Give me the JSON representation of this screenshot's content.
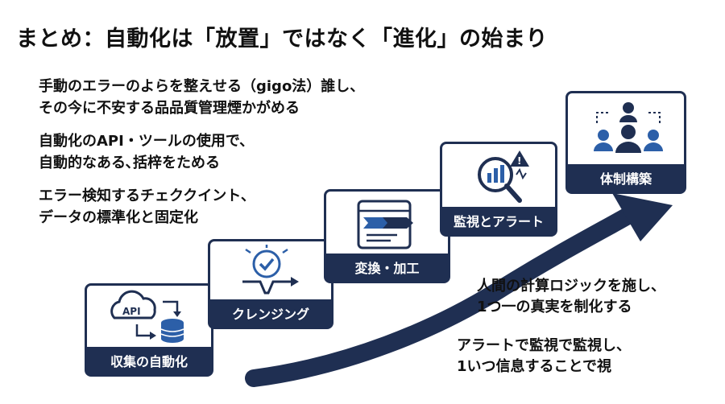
{
  "title": "まとめ：自動化は「放置」ではなく「進化」の始まり",
  "points": [
    {
      "lines": [
        "手動のエラーのよらを整えせる（gigo法）誰し、",
        "その今に不安する品品質管理煙かがめる"
      ]
    },
    {
      "lines": [
        "自動化のAPI・ツールの使用で、",
        "自動的なある､括梓をためる"
      ]
    },
    {
      "lines": [
        "エラー検知するチェククイント、",
        "データの標準化と固定化"
      ]
    }
  ],
  "stages": [
    {
      "label": "収集の自動化",
      "icon": "api-database-icon"
    },
    {
      "label": "クレンジング",
      "icon": "filter-check-icon"
    },
    {
      "label": "変換・加工",
      "icon": "data-transform-icon"
    },
    {
      "label": "監視とアラート",
      "icon": "monitoring-alert-icon"
    },
    {
      "label": "体制構築",
      "icon": "team-structure-icon"
    }
  ],
  "icon_text": {
    "api": "API"
  },
  "notes": [
    {
      "lines": [
        "人間の計算ロジックを施し、",
        "1つ一の真実を制化する"
      ]
    },
    {
      "lines": [
        "アラートで監視で監視し、",
        "1いつ信息することで視"
      ]
    }
  ],
  "colors": {
    "navy": "#1f2f52",
    "accent_blue": "#2c5fa8",
    "text": "#111111"
  }
}
